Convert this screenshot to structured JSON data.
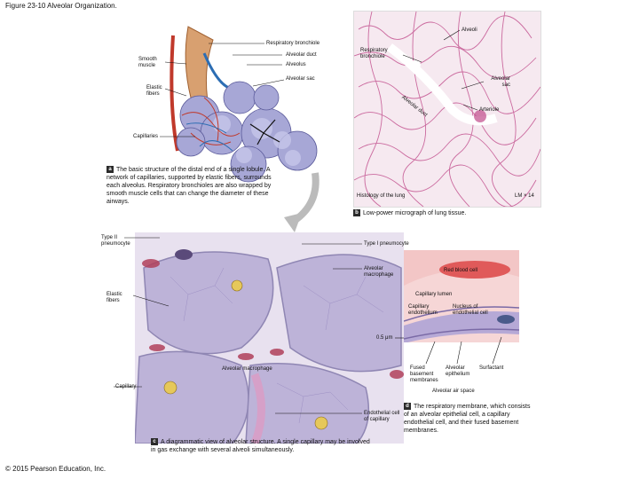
{
  "figure_title": "Figure 23-10 Alveolar Organization.",
  "panel_a": {
    "labels": {
      "respiratory_bronchiole": "Respiratory bronchiole",
      "alveolar_duct": "Alveolar duct",
      "alveolus": "Alveolus",
      "alveolar_sac": "Alveolar sac",
      "smooth_muscle": "Smooth muscle",
      "elastic_fibers": "Elastic fibers",
      "capillaries": "Capillaries"
    },
    "badge": "a",
    "caption": "The basic structure of the distal end of a single lobule. A network of capillaries, supported by elastic fibers, surrounds each alveolus. Respiratory bronchioles are also wrapped by smooth muscle cells that can change the diameter of these airways."
  },
  "panel_b": {
    "labels": {
      "alveoli": "Alveoli",
      "respiratory_bronchiole": "Respiratory bronchiole",
      "alveolar_sac": "Alveolar sac",
      "alveolar_duct": "Alveolar duct",
      "arteriole": "Arteriole",
      "histology": "Histology of the lung",
      "magnification": "LM × 14"
    },
    "badge": "b",
    "caption": "Low-power micrograph of lung tissue."
  },
  "panel_c": {
    "labels": {
      "type_ii": "Type II pneumocyte",
      "type_i": "Type I pneumocyte",
      "alveolar_macrophage": "Alveolar macrophage",
      "elastic_fibers": "Elastic fibers",
      "alveolar_macrophage_2": "Alveolar macrophage",
      "capillary": "Capillary",
      "endothelial_cell": "Endothelial cell of capillary"
    },
    "badge": "c",
    "caption": "A diagrammatic view of alveolar structure. A single capillary may be involved in gas exchange with several alveoli simultaneously."
  },
  "panel_d": {
    "labels": {
      "red_blood_cell": "Red blood cell",
      "capillary_lumen": "Capillary lumen",
      "capillary_endothelium": "Capillary endothelium",
      "nucleus": "Nucleus of endothelial cell",
      "scale": "0.5 μm",
      "fused": "Fused basement membranes",
      "alveolar_epithelium": "Alveolar epithelium",
      "surfactant": "Surfactant",
      "air_space": "Alveolar air space"
    },
    "badge": "d",
    "caption": "The respiratory membrane, which consists of an alveolar epithelial cell, a capillary endothelial cell, and their fused basement membranes."
  },
  "copyright": "© 2015 Pearson Education, Inc."
}
